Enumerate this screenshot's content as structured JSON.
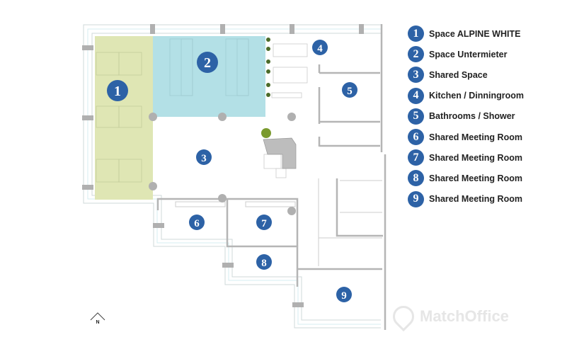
{
  "colors": {
    "marker": "#2d62a6",
    "zone1": "#dfe6b4",
    "zone2": "#b3e0e6",
    "wall": "#b5b5b5"
  },
  "markers": [
    "1",
    "2",
    "3",
    "4",
    "5",
    "6",
    "7",
    "8",
    "9"
  ],
  "legend": [
    {
      "num": "1",
      "label": "Space ALPINE WHITE"
    },
    {
      "num": "2",
      "label": "Space Untermieter"
    },
    {
      "num": "3",
      "label": "Shared Space"
    },
    {
      "num": "4",
      "label": "Kitchen / Dinningroom"
    },
    {
      "num": "5",
      "label": "Bathrooms / Shower"
    },
    {
      "num": "6",
      "label": "Shared Meeting Room"
    },
    {
      "num": "7",
      "label": "Shared Meeting Room"
    },
    {
      "num": "8",
      "label": "Shared Meeting Room"
    },
    {
      "num": "9",
      "label": "Shared Meeting Room"
    }
  ],
  "compass": "N",
  "watermark": "MatchOffice"
}
